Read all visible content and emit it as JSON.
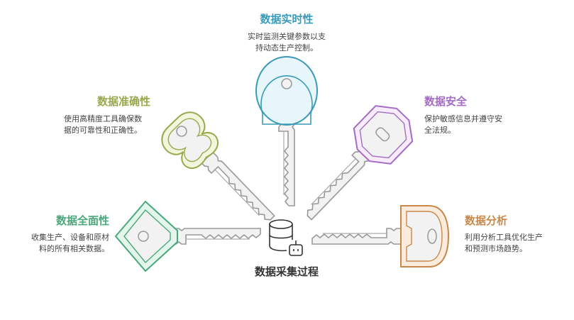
{
  "center": {
    "label": "数据采集过程",
    "icon": "database-robot-icon"
  },
  "items": [
    {
      "title": "数据实时性",
      "desc": "实时监测关键参数以支持动态生产控制。",
      "lines": [
        "实时监测关键参数以支",
        "持动态生产控制。"
      ],
      "color": "#3a9ab8"
    },
    {
      "title": "数据准确性",
      "desc": "使用高精度工具确保数据的可靠性和正确性。",
      "lines": [
        "使用高精度工具确保数",
        "据的可靠性和正确性。"
      ],
      "color": "#98a84c"
    },
    {
      "title": "数据安全",
      "desc": "保护敏感信息并遵守安全法规。",
      "lines": [
        "保护敏感信息并遵守安",
        "全法规。"
      ],
      "color": "#a46cc4"
    },
    {
      "title": "数据全面性",
      "desc": "收集生产、设备和原材料的所有相关数据。",
      "lines": [
        "收集生产、设备和原材",
        "料的所有相关数据。"
      ],
      "color": "#4aa87c"
    },
    {
      "title": "数据分析",
      "desc": "利用分析工具优化生产和预测市场趋势。",
      "lines": [
        "利用分析工具优化生产",
        "和预测市场趋势。"
      ],
      "color": "#c8884a"
    }
  ]
}
